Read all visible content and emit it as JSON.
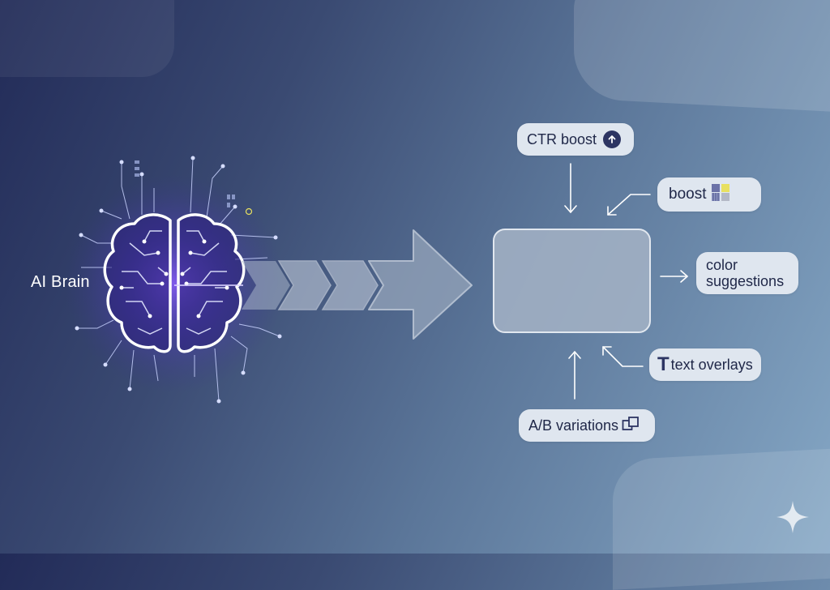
{
  "brain": {
    "label": "AI Brain"
  },
  "outputs": {
    "ctr": {
      "label": "CTR boost",
      "icon": "arrow-up-circle-icon"
    },
    "boost": {
      "label": "boost",
      "icon": "color-grid-icon"
    },
    "color": {
      "line1": "color",
      "line2": "suggestions"
    },
    "text": {
      "label": "text overlays",
      "icon": "text-t-icon"
    },
    "ab": {
      "label": "A/B variations",
      "icon": "copy-icon"
    }
  },
  "colors": {
    "background_start": "#222b58",
    "background_end": "#85a7c5",
    "brain_glow": "#7a4dff",
    "pill_fill": "#dfe6ef",
    "pill_text": "#1f2748",
    "accent_yellow": "#e8e060"
  }
}
